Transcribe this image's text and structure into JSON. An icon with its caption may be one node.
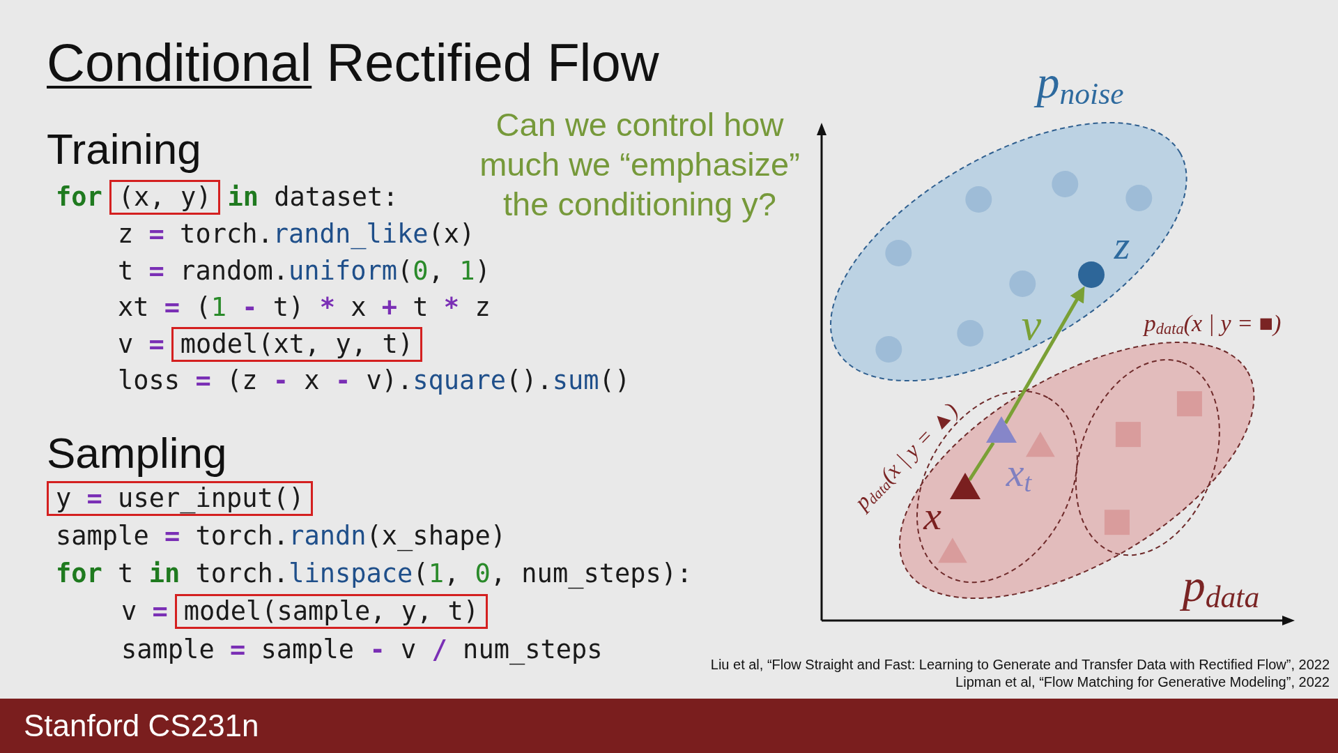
{
  "diagram": {
    "title": "Conditional Rectified Flow",
    "nodes": [
      {
        "text": [
          "(x, y)"
        ]
      },
      {
        "text": [
          "model(xt, y, t)"
        ]
      },
      {
        "text": [
          "y = user_input()"
        ]
      },
      {
        "text": [
          "model(sample, y, t)"
        ]
      },
      {
        "text": [
          "p$_{noise}$"
        ]
      },
      {
        "text": [],
        "shape": "circle",
        "beside": [
          "z"
        ],
        "in": 4
      },
      {
        "text": [
          "p$_{data}$"
        ]
      },
      {
        "text": [
          "p$_{data}$(x | y = ▲)"
        ],
        "in": 6
      },
      {
        "text": [
          "p$_{data}$(x | y = ■)"
        ],
        "in": 6
      },
      {
        "text": [],
        "shape": "triangle",
        "beside": [
          "x"
        ],
        "in": 7
      },
      {
        "text": [],
        "shape": "triangle",
        "beside": [
          "x$_{t}$"
        ],
        "in": 7
      }
    ],
    "edges": [
      {
        "from": 9,
        "to": 10,
        "arrow": "none"
      },
      {
        "from": 10,
        "to": 5,
        "arrow": "to",
        "label": "v"
      }
    ],
    "labels": [
      "Training",
      "**for**",
      "**in** dataset:",
      "z = torch.randn_like(x)",
      "t = random.uniform(0, 1)",
      "xt = (1 - t) * x + t * z",
      "v =",
      "loss = (z - x - v).square().sum()",
      "Sampling",
      "sample = torch.randn(x_shape)",
      "**for** t **in** torch.linspace(1, 0, num_steps):",
      "v =",
      "sample = sample - v / num_steps",
      "Can we control how much we “emphasize” the conditioning y?",
      "Liu et al, “Flow Straight and Fast: Learning to Generate and Transfer Data with Rectified Flow”, 2022",
      "Lipman et al, “Flow Matching for Generative Modeling”, 2022",
      "Stanford CS231n"
    ]
  }
}
